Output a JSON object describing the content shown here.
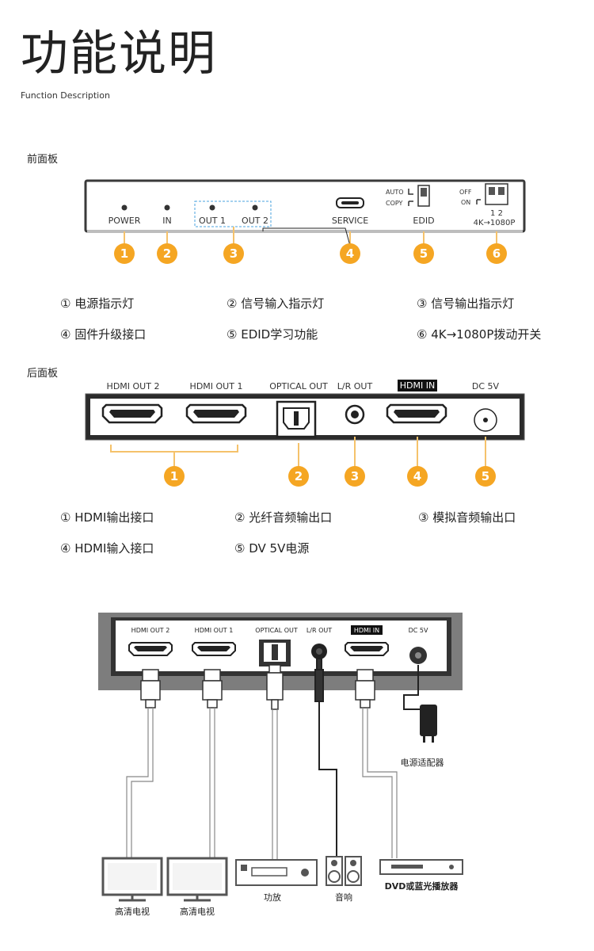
{
  "header": {
    "title": "功能说明",
    "subtitle": "Function Description"
  },
  "front": {
    "section_label": "前面板",
    "panel_labels": {
      "power": "POWER",
      "in": "IN",
      "out1": "OUT 1",
      "out2": "OUT 2",
      "service": "SERVICE",
      "auto": "AUTO",
      "copy": "COPY",
      "edid": "EDID",
      "off": "OFF",
      "on": "ON",
      "dip_numbers": "1 2",
      "dip_label": "4K→1080P"
    },
    "badges": [
      "1",
      "2",
      "3",
      "4",
      "5",
      "6"
    ],
    "legend": [
      "① 电源指示灯",
      "② 信号输入指示灯",
      "③ 信号输出指示灯",
      "④ 固件升级接口",
      "⑤ EDID学习功能",
      "⑥ 4K→1080P拨动开关"
    ]
  },
  "rear": {
    "section_label": "后面板",
    "panel_labels": {
      "hdmi_out2": "HDMI OUT 2",
      "hdmi_out1": "HDMI OUT 1",
      "optical_out": "OPTICAL OUT",
      "lr_out": "L/R OUT",
      "hdmi_in": "HDMI IN",
      "dc5v": "DC 5V"
    },
    "badges": [
      "1",
      "2",
      "3",
      "4",
      "5"
    ],
    "legend": [
      "① HDMI输出接口",
      "② 光纤音频输出口",
      "③ 模拟音频输出口",
      "④ HDMI输入接口",
      "⑤ DV 5V电源"
    ]
  },
  "connection": {
    "panel_labels": {
      "hdmi_out2": "HDMI OUT 2",
      "hdmi_out1": "HDMI OUT 1",
      "optical_out": "OPTICAL OUT",
      "lr_out": "L/R OUT",
      "hdmi_in": "HDMI IN",
      "dc5v": "DC 5V"
    },
    "devices": {
      "power_adapter": "电源适配器",
      "tv1": "高清电视",
      "tv2": "高清电视",
      "amplifier": "功放",
      "speaker": "音响",
      "dvd": "DVD或蓝光播放器"
    }
  },
  "colors": {
    "badge": "#f5a623",
    "badge_line": "#f5c26b",
    "panel_dark": "#2b2b2b",
    "panel_border": "#555555",
    "dashed_box": "#4aa3df"
  }
}
